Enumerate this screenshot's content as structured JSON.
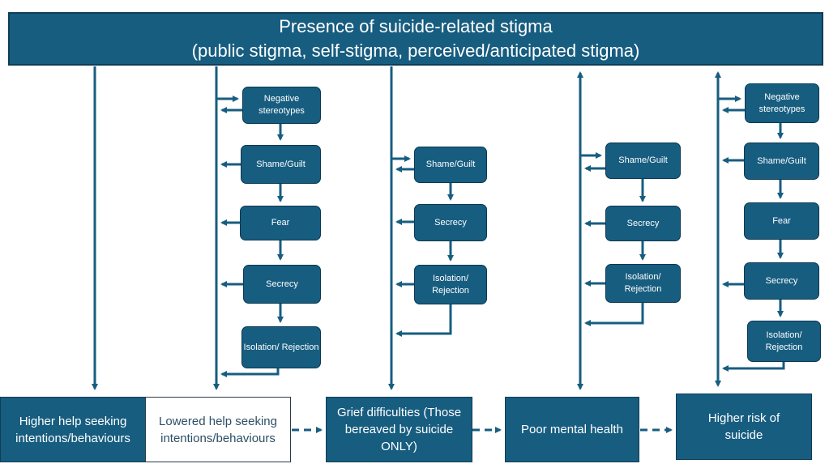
{
  "diagram": {
    "top": {
      "title": "Presence of suicide-related stigma",
      "subtitle": "(public stigma, self-stigma, perceived/anticipated stigma)"
    },
    "columns": [
      {
        "id": "lowered-help-seeking",
        "mechanisms": [
          "Negative stereotypes",
          "Shame/Guilt",
          "Fear",
          "Secrecy",
          "Isolation/ Rejection"
        ]
      },
      {
        "id": "grief-difficulties",
        "mechanisms": [
          "Shame/Guilt",
          "Secrecy",
          "Isolation/ Rejection"
        ]
      },
      {
        "id": "poor-mental-health",
        "mechanisms": [
          "Shame/Guilt",
          "Secrecy",
          "Isolation/ Rejection"
        ]
      },
      {
        "id": "higher-risk-suicide",
        "mechanisms": [
          "Negative stereotypes",
          "Shame/Guilt",
          "Fear",
          "Secrecy",
          "Isolation/ Rejection"
        ]
      }
    ],
    "outcomes": {
      "higher_help": "Higher help seeking intentions/behaviours",
      "lowered_help": "Lowered help seeking intentions/behaviours",
      "grief": "Grief difficulties (Those bereaved by suicide ONLY)",
      "mental_health": "Poor mental health",
      "risk": "Higher risk of suicide"
    },
    "colors": {
      "primary": "#175d80",
      "border": "#0f3d55",
      "white_box_text": "#2d4e66"
    }
  }
}
